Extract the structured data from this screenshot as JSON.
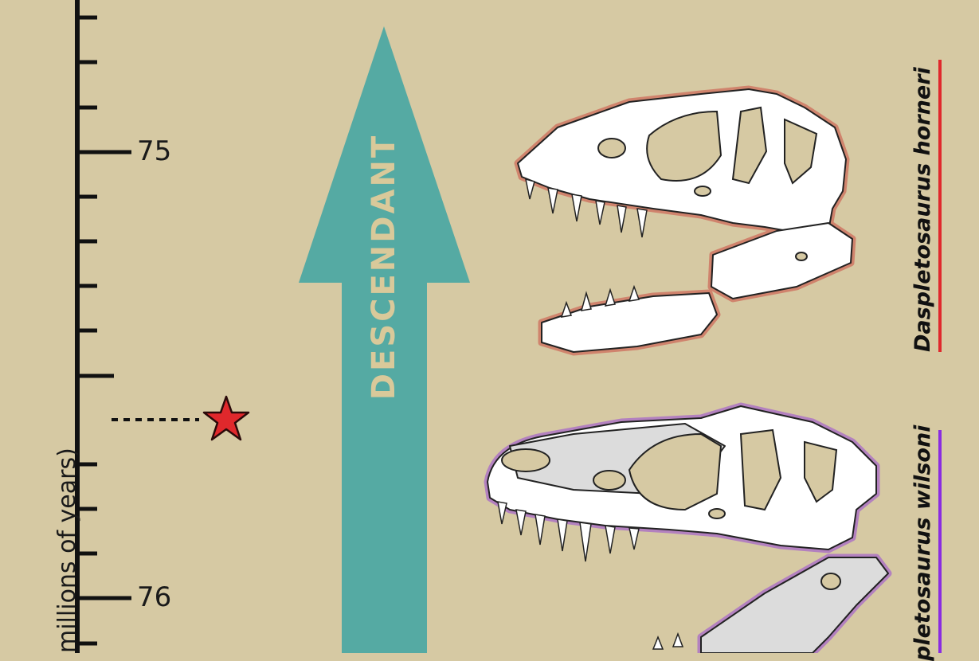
{
  "timescale": {
    "axis_title": "(millions of years)",
    "axis_title_visible": "millions of years)",
    "major_ticks": [
      "75",
      "76"
    ]
  },
  "arrow": {
    "label": "DESCENDANT",
    "color": "#55aaa3"
  },
  "marker": {
    "icon": "red-star-icon",
    "color": "#e0282c"
  },
  "species": [
    {
      "name": "Daspletosaurus horneri",
      "visible_text": "Daspletosaurus horneri",
      "color": "#e0282c"
    },
    {
      "name": "Daspletosaurus wilsoni",
      "visible_text": "pletosaurus wilsoni",
      "color": "#8a2be2"
    }
  ],
  "colors": {
    "background": "#d6c9a3",
    "skull_fill": "#ffffff",
    "missing_bone": "#dcdcdc"
  }
}
